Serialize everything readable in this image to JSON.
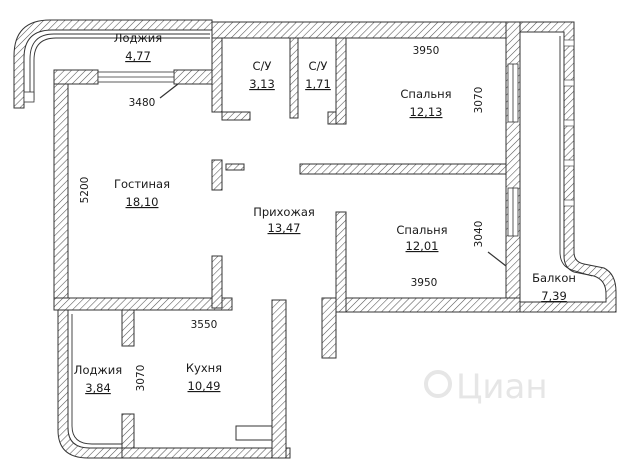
{
  "rooms": {
    "loggia_top": {
      "name": "Лоджия",
      "area": "4,77"
    },
    "wc1": {
      "name": "С/У",
      "area": "3,13"
    },
    "wc2": {
      "name": "С/У",
      "area": "1,71"
    },
    "bedroom1": {
      "name": "Спальня",
      "area": "12,13"
    },
    "living": {
      "name": "Гостиная",
      "area": "18,10"
    },
    "hall": {
      "name": "Прихожая",
      "area": "13,47"
    },
    "bedroom2": {
      "name": "Спальня",
      "area": "12,01"
    },
    "balcony": {
      "name": "Балкон",
      "area": "7,39"
    },
    "loggia_left": {
      "name": "Лоджия",
      "area": "3,84"
    },
    "kitchen": {
      "name": "Кухня",
      "area": "10,49"
    }
  },
  "dimensions": {
    "living_top": "3480",
    "living_side": "5200",
    "bedroom1_top": "3950",
    "bedroom1_side": "3070",
    "bedroom2_side": "3040",
    "bedroom2_bottom": "3950",
    "kitchen_top": "3550",
    "kitchen_side": "3070"
  },
  "watermark": "Циан"
}
